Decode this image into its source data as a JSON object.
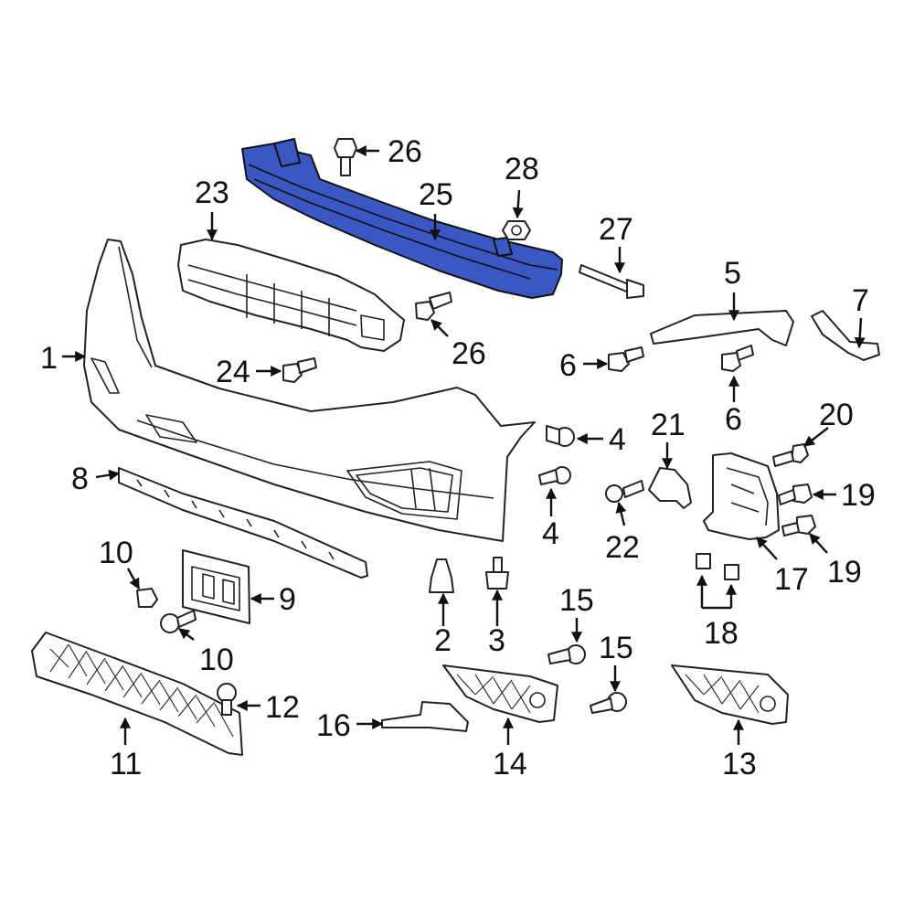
{
  "callouts": [
    {
      "id": "c1",
      "text": "1"
    },
    {
      "id": "c2",
      "text": "2"
    },
    {
      "id": "c3",
      "text": "3"
    },
    {
      "id": "c4a",
      "text": "4"
    },
    {
      "id": "c4b",
      "text": "4"
    },
    {
      "id": "c5",
      "text": "5"
    },
    {
      "id": "c6a",
      "text": "6"
    },
    {
      "id": "c6b",
      "text": "6"
    },
    {
      "id": "c7",
      "text": "7"
    },
    {
      "id": "c8",
      "text": "8"
    },
    {
      "id": "c9",
      "text": "9"
    },
    {
      "id": "c10a",
      "text": "10"
    },
    {
      "id": "c10b",
      "text": "10"
    },
    {
      "id": "c11",
      "text": "11"
    },
    {
      "id": "c12",
      "text": "12"
    },
    {
      "id": "c13",
      "text": "13"
    },
    {
      "id": "c14",
      "text": "14"
    },
    {
      "id": "c15a",
      "text": "15"
    },
    {
      "id": "c15b",
      "text": "15"
    },
    {
      "id": "c16",
      "text": "16"
    },
    {
      "id": "c17",
      "text": "17"
    },
    {
      "id": "c18",
      "text": "18"
    },
    {
      "id": "c19a",
      "text": "19"
    },
    {
      "id": "c19b",
      "text": "19"
    },
    {
      "id": "c20",
      "text": "20"
    },
    {
      "id": "c21",
      "text": "21"
    },
    {
      "id": "c22",
      "text": "22"
    },
    {
      "id": "c23",
      "text": "23"
    },
    {
      "id": "c24",
      "text": "24"
    },
    {
      "id": "c25",
      "text": "25"
    },
    {
      "id": "c26a",
      "text": "26"
    },
    {
      "id": "c26b",
      "text": "26"
    },
    {
      "id": "c27",
      "text": "27"
    },
    {
      "id": "c28",
      "text": "28"
    }
  ],
  "colors": {
    "highlight": "#3b57c4",
    "line": "#222222",
    "background": "#ffffff"
  }
}
